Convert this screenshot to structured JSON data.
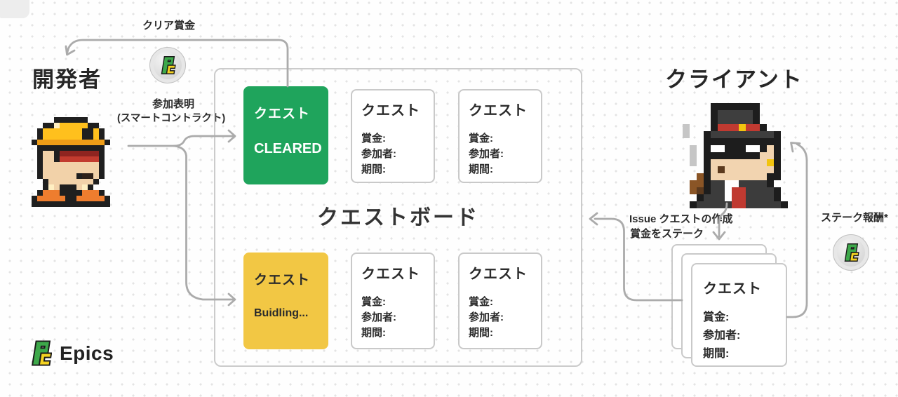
{
  "header": {
    "developer": "開発者",
    "client": "クライアント"
  },
  "flow_labels": {
    "clear_reward": "クリア賞金",
    "participation": "参加表明",
    "participation_note": "(スマートコントラクト)",
    "issue_quest": "Issue クエストの作成",
    "stake_prize": "賞金をステーク",
    "stake_reward": "ステーク報酬*"
  },
  "board": {
    "title": "クエストボード"
  },
  "cards": {
    "cleared": {
      "title": "クエスト",
      "status": "CLEARED",
      "color": "#1FA45C"
    },
    "building": {
      "title": "クエスト",
      "status": "Buidling...",
      "color": "#F2C744"
    },
    "blank": {
      "title": "クエスト",
      "fields": [
        "賞金:",
        "参加者:",
        "期間:"
      ]
    }
  },
  "brand": {
    "name": "Epics"
  },
  "icons": {
    "coin_top": "epics-token-coin",
    "coin_right": "epics-token-coin",
    "developer_avatar": "pixel-art-engineer-helmet",
    "client_avatar": "pixel-art-gentleman-tophat-pipe"
  },
  "colors": {
    "cleared_green": "#1FA45C",
    "building_yellow": "#F2C744",
    "arrow_gray": "#ABABAB",
    "text_dark": "#2B2B2B"
  }
}
